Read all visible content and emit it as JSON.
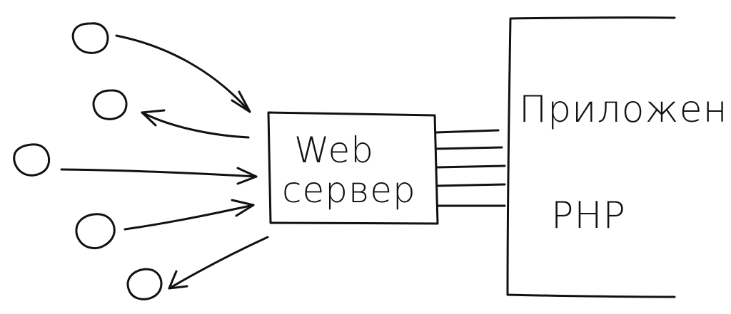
{
  "diagram": {
    "web_server": {
      "line1": "Web",
      "line2": "сервер"
    },
    "application": {
      "line1": "Приложение",
      "line2": "PHP"
    },
    "clients": [
      {
        "direction": "to-server"
      },
      {
        "direction": "from-server"
      },
      {
        "direction": "to-server"
      },
      {
        "direction": "to-server"
      },
      {
        "direction": "from-server"
      }
    ],
    "connection_count": 5,
    "colors": {
      "ink": "#111111",
      "background": "#ffffff"
    }
  }
}
